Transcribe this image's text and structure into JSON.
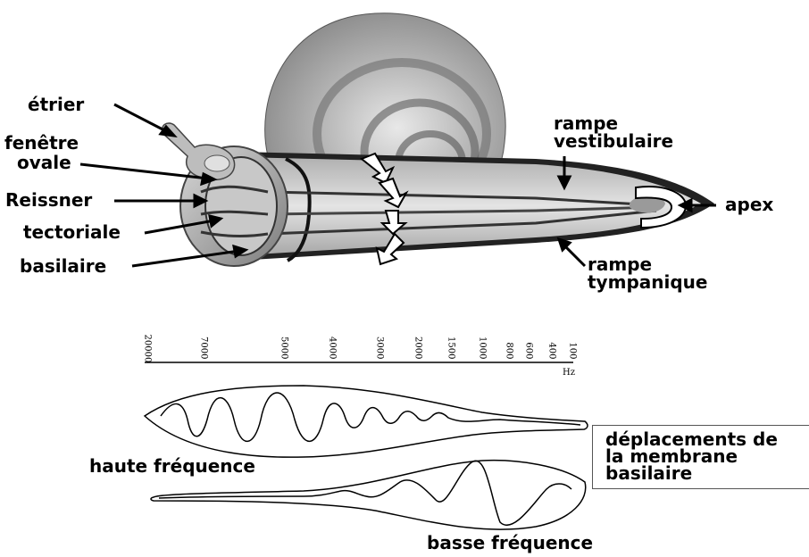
{
  "labels": {
    "etrier": "étrier",
    "fenetre_1": "fenêtre",
    "fenetre_2": "ovale",
    "reissner": "Reissner",
    "tectoriale": "tectoriale",
    "basilaire": "basilaire",
    "rampe_vest_1": "rampe",
    "rampe_vest_2": "vestibulaire",
    "apex": "apex",
    "rampe_tymp_1": "rampe",
    "rampe_tymp_2": "tympanique",
    "haute": "haute fréquence",
    "basse": "basse fréquence"
  },
  "legend": {
    "line1": "déplacements de",
    "line2": "la membrane",
    "line3": "basilaire"
  },
  "frequency_axis": {
    "ticks": [
      "20000",
      "7000",
      "5000",
      "4000",
      "3000",
      "2000",
      "1500",
      "1000",
      "800",
      "600",
      "400",
      "100"
    ],
    "unit": "Hz"
  },
  "colors": {
    "ink": "#000000",
    "shell_light": "#d4d4d4",
    "shell_dark": "#7a7a7a",
    "tube_fill": "#cfcfcf"
  }
}
